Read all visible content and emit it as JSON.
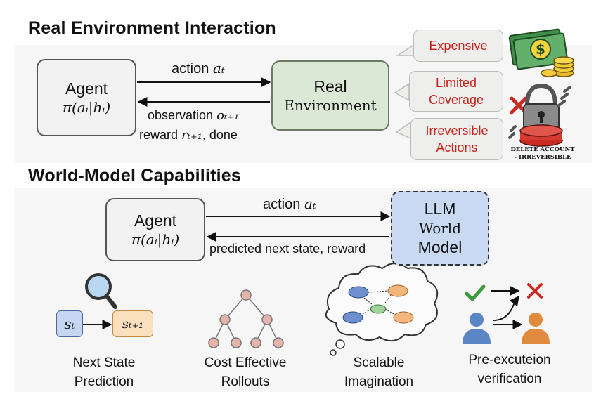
{
  "sections": {
    "real_title": "Real Environment Interaction",
    "world_title": "World-Model Capabilities"
  },
  "real": {
    "agent_title": "Agent",
    "agent_policy": "π(aᵢ|hᵢ)",
    "env_line1": "Real",
    "env_line2": "Environment",
    "action_label": "action",
    "action_sym": "aₜ",
    "obs_label": "observation",
    "obs_sym": "oₜ₊₁",
    "reward_label": "reward",
    "reward_sym": "rₜ₊₁",
    "done_label": ", done",
    "callouts": {
      "c1": "Expensive",
      "c2_line1": "Limited",
      "c2_line2": "Coverage",
      "c3_line1": "Irreversible",
      "c3_line2": "Actions"
    },
    "lock_caption_line1": "DELETE ACCOUNT",
    "lock_caption_line2": "- IRREVERSIBLE"
  },
  "world": {
    "agent_title": "Agent",
    "agent_policy": "π(aᵢ|hᵢ)",
    "model_line1": "LLM",
    "model_line2": "World",
    "model_line3": "Model",
    "action_label": "action",
    "action_sym": "aₜ",
    "return_label": "predicted next state, reward"
  },
  "capabilities": {
    "state_from": "sₜ",
    "state_to": "sₜ₊₁",
    "cap1_line1": "Next State",
    "cap1_line2": "Prediction",
    "cap2_line1": "Cost Effective",
    "cap2_line2": "Rollouts",
    "cap3_line1": "Scalable",
    "cap3_line2": "Imagination",
    "cap4_line1": "Pre-excuteion",
    "cap4_line2": "verification"
  },
  "colors": {
    "env_fill": "#dce8d6",
    "model_fill": "#c9d9f2",
    "callout_text": "#c8221b",
    "state_from_fill": "#c5d6f2",
    "state_to_fill": "#fbe0bd",
    "tree_node": "#e4b3aa",
    "check_green": "#3d9a3d",
    "cross_red": "#c92b22",
    "person_blue": "#5b86c5",
    "person_orange": "#e08a3e"
  }
}
